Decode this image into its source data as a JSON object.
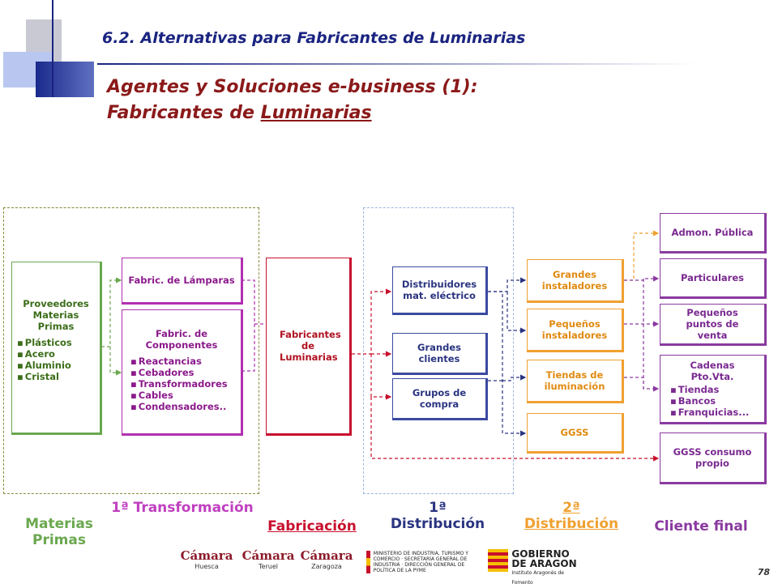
{
  "header": {
    "section_title": "6.2. Alternativas para Fabricantes de Luminarias",
    "title_line1": "Agentes y Soluciones e-business (1):",
    "title_line2_prefix": "Fabricantes de ",
    "title_line2_underlined": "Luminarias"
  },
  "boxes": {
    "proveedores": {
      "title": "Proveedores Materias Primas",
      "items": [
        "Plásticos",
        "Acero",
        "Aluminio",
        "Cristal"
      ]
    },
    "fabric_lamparas": "Fabric. de Lámparas",
    "fabric_componentes": {
      "title": "Fabric. de Componentes",
      "items": [
        "Reactancias",
        "Cebadores",
        "Transformadores",
        "Cables",
        "Condensadores.."
      ]
    },
    "fabricantes_luminarias": "Fabricantes de Luminarias",
    "distribuidores": "Distribuidores mat. eléctrico",
    "grandes_clientes": "Grandes clientes",
    "grupos_compra": "Grupos de compra",
    "grandes_instaladores": "Grandes instaladores",
    "pequenos_instaladores": "Pequeños instaladores",
    "tiendas_iluminacion": "Tiendas de iluminación",
    "ggss": "GGSS",
    "admon_publica": "Admon. Pública",
    "particulares": "Particulares",
    "pequenos_puntos": "Pequeños puntos de venta",
    "cadenas": {
      "title": "Cadenas Pto.Vta.",
      "items": [
        "Tiendas",
        "Bancos",
        "Franquicias..."
      ]
    },
    "ggss_consumo": "GGSS consumo propio"
  },
  "stages": {
    "materias_primas": "Materias Primas",
    "primera_transformacion": "1ª Transformación",
    "fabricacion": "Fabricación",
    "primera_distribucion": "1ª Distribución",
    "segunda_distribucion": "2ª Distribución",
    "cliente_final": "Cliente final"
  },
  "colors": {
    "green": "#6aa84f",
    "magenta": "#b030b0",
    "red": "#c8102e",
    "navy": "#3a4aa0",
    "orange": "#f0a030",
    "purple": "#8a3aa0"
  },
  "footer": {
    "logos": [
      {
        "name": "Cámara",
        "sub": "Huesca"
      },
      {
        "name": "Cámara",
        "sub": "Teruel"
      },
      {
        "name": "Cámara",
        "sub": "Zaragoza"
      }
    ],
    "ministry_text": "MINISTERIO DE INDUSTRIA, TURISMO Y COMERCIO · SECRETARÍA GENERAL DE INDUSTRIA · DIRECCIÓN GENERAL DE POLÍTICA DE LA PYME",
    "gobierno_line1": "GOBIERNO",
    "gobierno_line2": "DE ARAGON",
    "gobierno_sub": "Instituto Aragonés de Fomento",
    "page_number": "78"
  }
}
